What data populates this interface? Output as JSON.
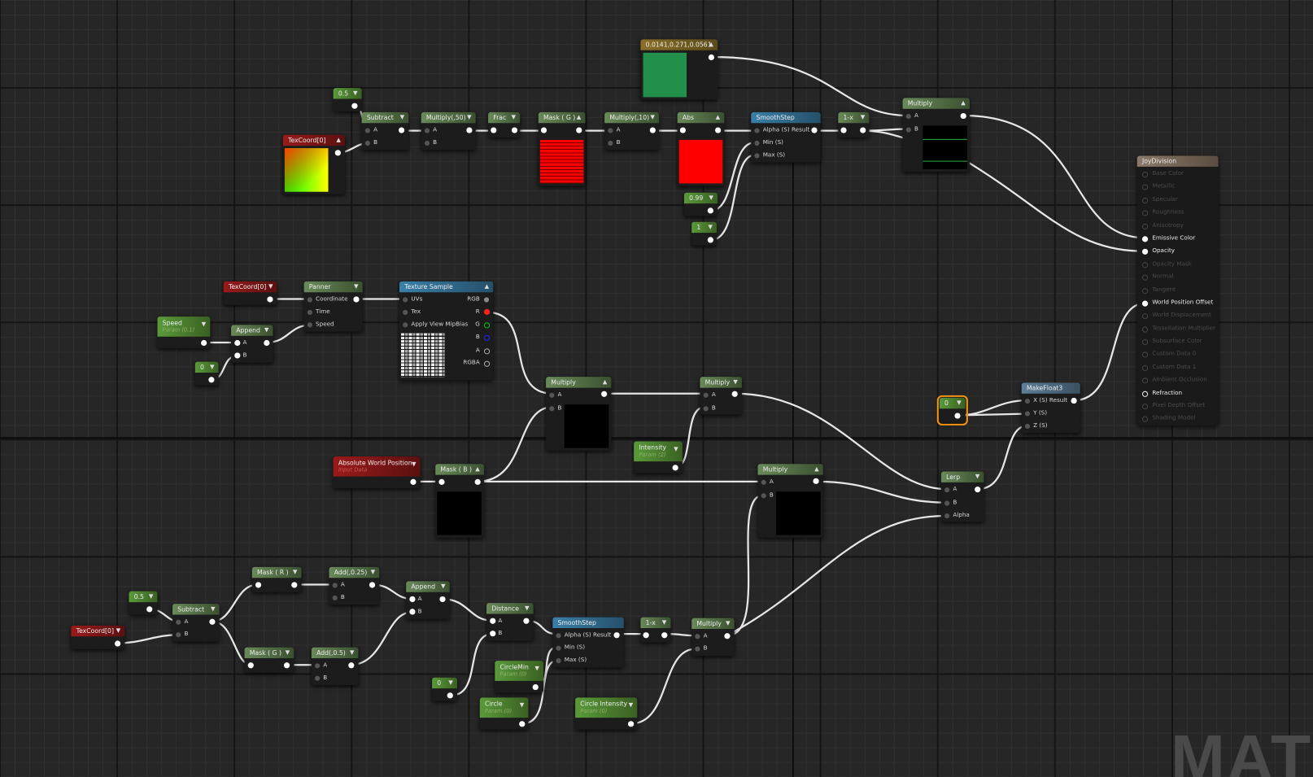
{
  "watermark": "MATI",
  "result_node": {
    "title": "JoyDivision",
    "pins": [
      {
        "label": "Base Color",
        "state": "inactive"
      },
      {
        "label": "Metallic",
        "state": "inactive"
      },
      {
        "label": "Specular",
        "state": "inactive"
      },
      {
        "label": "Roughness",
        "state": "inactive"
      },
      {
        "label": "Anisotropy",
        "state": "inactive"
      },
      {
        "label": "Emissive Color",
        "state": "connected"
      },
      {
        "label": "Opacity",
        "state": "connected"
      },
      {
        "label": "Opacity Mask",
        "state": "inactive"
      },
      {
        "label": "Normal",
        "state": "inactive"
      },
      {
        "label": "Tangent",
        "state": "inactive"
      },
      {
        "label": "World Position Offset",
        "state": "connected"
      },
      {
        "label": "World Displacement",
        "state": "inactive"
      },
      {
        "label": "Tessellation Multiplier",
        "state": "inactive"
      },
      {
        "label": "Subsurface Color",
        "state": "inactive"
      },
      {
        "label": "Custom Data 0",
        "state": "inactive"
      },
      {
        "label": "Custom Data 1",
        "state": "inactive"
      },
      {
        "label": "Ambient Occlusion",
        "state": "inactive"
      },
      {
        "label": "Refraction",
        "state": "enabled"
      },
      {
        "label": "Pixel Depth Offset",
        "state": "inactive"
      },
      {
        "label": "Shading Model",
        "state": "inactive"
      }
    ]
  },
  "nodes": {
    "color_const": {
      "title": "0.0141,0.271,0.0561",
      "color": "#22904a"
    },
    "const_05_top": {
      "title": "0.5"
    },
    "texcoord_top": {
      "title": "TexCoord[0]"
    },
    "subtract_top": {
      "title": "Subtract",
      "pins": [
        "A",
        "B"
      ]
    },
    "multiply_50": {
      "title": "Multiply(,50)",
      "pins": [
        "A",
        "B"
      ]
    },
    "frac": {
      "title": "Frac"
    },
    "mask_g_top": {
      "title": "Mask ( G )"
    },
    "multiply_10": {
      "title": "Multiply(,10)",
      "pins": [
        "A",
        "B"
      ]
    },
    "abs": {
      "title": "Abs"
    },
    "smoothstep_top": {
      "title": "SmoothStep",
      "pins": [
        "Alpha (S) Result",
        "Min (S)",
        "Max (S)"
      ]
    },
    "const_099": {
      "title": "0.99"
    },
    "const_1": {
      "title": "1"
    },
    "one_minus_top": {
      "title": "1-x"
    },
    "multiply_top": {
      "title": "Multiply",
      "pins": [
        "A",
        "B"
      ]
    },
    "texcoord_mid": {
      "title": "TexCoord[0]"
    },
    "panner": {
      "title": "Panner",
      "pins": [
        "Coordinate",
        "Time",
        "Speed"
      ]
    },
    "speed_param": {
      "title": "Speed",
      "subtitle": "Param (0.1)"
    },
    "append_mid": {
      "title": "Append",
      "pins": [
        "A",
        "B"
      ]
    },
    "const_0_mid": {
      "title": "0"
    },
    "texture_sample": {
      "title": "Texture Sample",
      "inputs": [
        "UVs",
        "Tex",
        "Apply View MipBias"
      ],
      "outputs": [
        "RGB",
        "R",
        "G",
        "B",
        "A",
        "RGBA"
      ]
    },
    "multiply_mid1": {
      "title": "Multiply",
      "pins": [
        "A",
        "B"
      ]
    },
    "multiply_mid2": {
      "title": "Multiply",
      "pins": [
        "A",
        "B"
      ]
    },
    "intensity_param": {
      "title": "Intensity",
      "subtitle": "Param (2)"
    },
    "abs_world_pos": {
      "title": "Absolute World Position",
      "subtitle": "Input Data"
    },
    "mask_b": {
      "title": "Mask ( B )"
    },
    "multiply_mid3": {
      "title": "Multiply",
      "pins": [
        "A",
        "B"
      ]
    },
    "lerp": {
      "title": "Lerp",
      "pins": [
        "A",
        "B",
        "Alpha"
      ]
    },
    "const_0_sel": {
      "title": "0"
    },
    "makefloat3": {
      "title": "MakeFloat3",
      "pins": [
        "X (S) Result",
        "Y (S)",
        "Z (S)"
      ]
    },
    "const_05_bot": {
      "title": "0.5"
    },
    "texcoord_bot": {
      "title": "TexCoord[0]"
    },
    "subtract_bot": {
      "title": "Subtract",
      "pins": [
        "A",
        "B"
      ]
    },
    "mask_r": {
      "title": "Mask ( R )"
    },
    "mask_g_bot": {
      "title": "Mask ( G )"
    },
    "add_025": {
      "title": "Add(,0.25)",
      "pins": [
        "A",
        "B"
      ]
    },
    "add_05": {
      "title": "Add(,0.5)",
      "pins": [
        "A",
        "B"
      ]
    },
    "append_bot": {
      "title": "Append",
      "pins": [
        "A",
        "B"
      ]
    },
    "distance": {
      "title": "Distance",
      "pins": [
        "A",
        "B"
      ]
    },
    "const_0_bot": {
      "title": "0"
    },
    "smoothstep_bot": {
      "title": "SmoothStep",
      "pins": [
        "Alpha (S) Result",
        "Min (S)",
        "Max (S)"
      ]
    },
    "circlemin_param": {
      "title": "CircleMin",
      "subtitle": "Param (0)"
    },
    "circle_param": {
      "title": "Circle",
      "subtitle": "Param (0)"
    },
    "one_minus_bot": {
      "title": "1-x"
    },
    "multiply_bot": {
      "title": "Multiply",
      "pins": [
        "A",
        "B"
      ]
    },
    "circle_intensity_param": {
      "title": "Circle Intensity",
      "subtitle": "Param (0)"
    }
  }
}
